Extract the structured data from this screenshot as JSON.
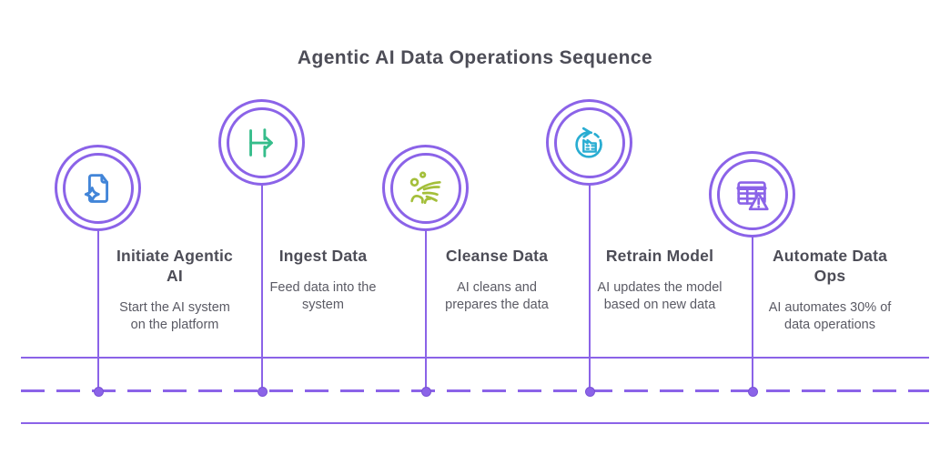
{
  "title": "Agentic AI Data Operations Sequence",
  "colors": {
    "accent_purple": "#8b63e8",
    "node_border": "#7a53d6",
    "heading_text": "#4d4d57",
    "body_text": "#5a5a64",
    "doc_blue": "#4285d8",
    "ingest_green": "#36bd8b",
    "cleanse_lime": "#a4bf3a",
    "retrain_cyan": "#29add2",
    "table_purple": "#8b63e8",
    "background": "#ffffff"
  },
  "steps": [
    {
      "icon": "document-sparkle-icon",
      "title": "Initiate Agentic\nAI",
      "description": "Start the AI system\non the platform"
    },
    {
      "icon": "ingest-arrow-icon",
      "title": "Ingest Data",
      "description": "Feed data into the\nsystem"
    },
    {
      "icon": "cleanse-hand-icon",
      "title": "Cleanse Data",
      "description": "AI cleans and\nprepares the data"
    },
    {
      "icon": "retrain-cycle-icon",
      "title": "Retrain Model",
      "description": "AI updates the model\nbased on new data"
    },
    {
      "icon": "table-warning-icon",
      "title": "Automate Data\nOps",
      "description": "AI automates 30% of\ndata operations"
    }
  ]
}
